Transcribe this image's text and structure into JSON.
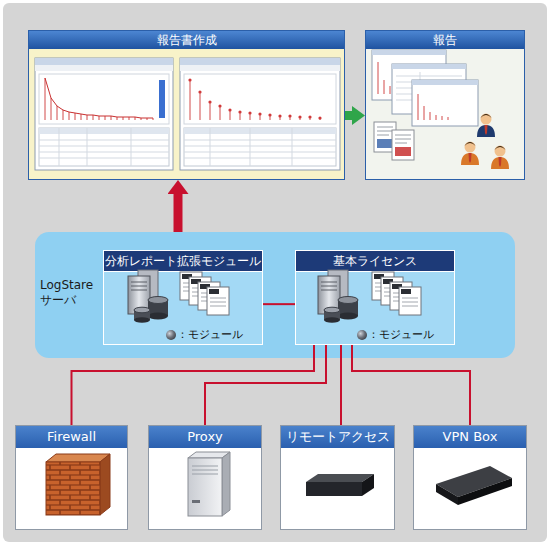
{
  "diagram": {
    "nodes": [
      {
        "text": [
          "報告書作成"
        ]
      },
      {
        "text": [
          "報告"
        ]
      },
      {
        "text": [
          "LogStare サーバ"
        ]
      },
      {
        "text": [
          "分析レポート拡張モジュール"
        ],
        "in": 2
      },
      {
        "text": [
          "基本ライセンス"
        ],
        "in": 2
      },
      {
        "text": [
          "Firewall"
        ]
      },
      {
        "text": [
          "Proxy"
        ]
      },
      {
        "text": [
          "リモートアクセス"
        ]
      },
      {
        "text": [
          "VPN Box"
        ]
      }
    ],
    "edges": [
      {
        "from": 0,
        "to": 1,
        "arrow": "to"
      },
      {
        "from": 2,
        "to": 0,
        "arrow": "to"
      },
      {
        "from": 3,
        "to": 4,
        "arrow": "none"
      },
      {
        "from": 4,
        "to": 5,
        "arrow": "none"
      },
      {
        "from": 4,
        "to": 6,
        "arrow": "none"
      },
      {
        "from": 4,
        "to": 7,
        "arrow": "none"
      },
      {
        "from": 4,
        "to": 8,
        "arrow": "none"
      }
    ],
    "legend": [
      {
        "text": "：モジュール"
      },
      {
        "text": "：モジュール"
      }
    ]
  }
}
